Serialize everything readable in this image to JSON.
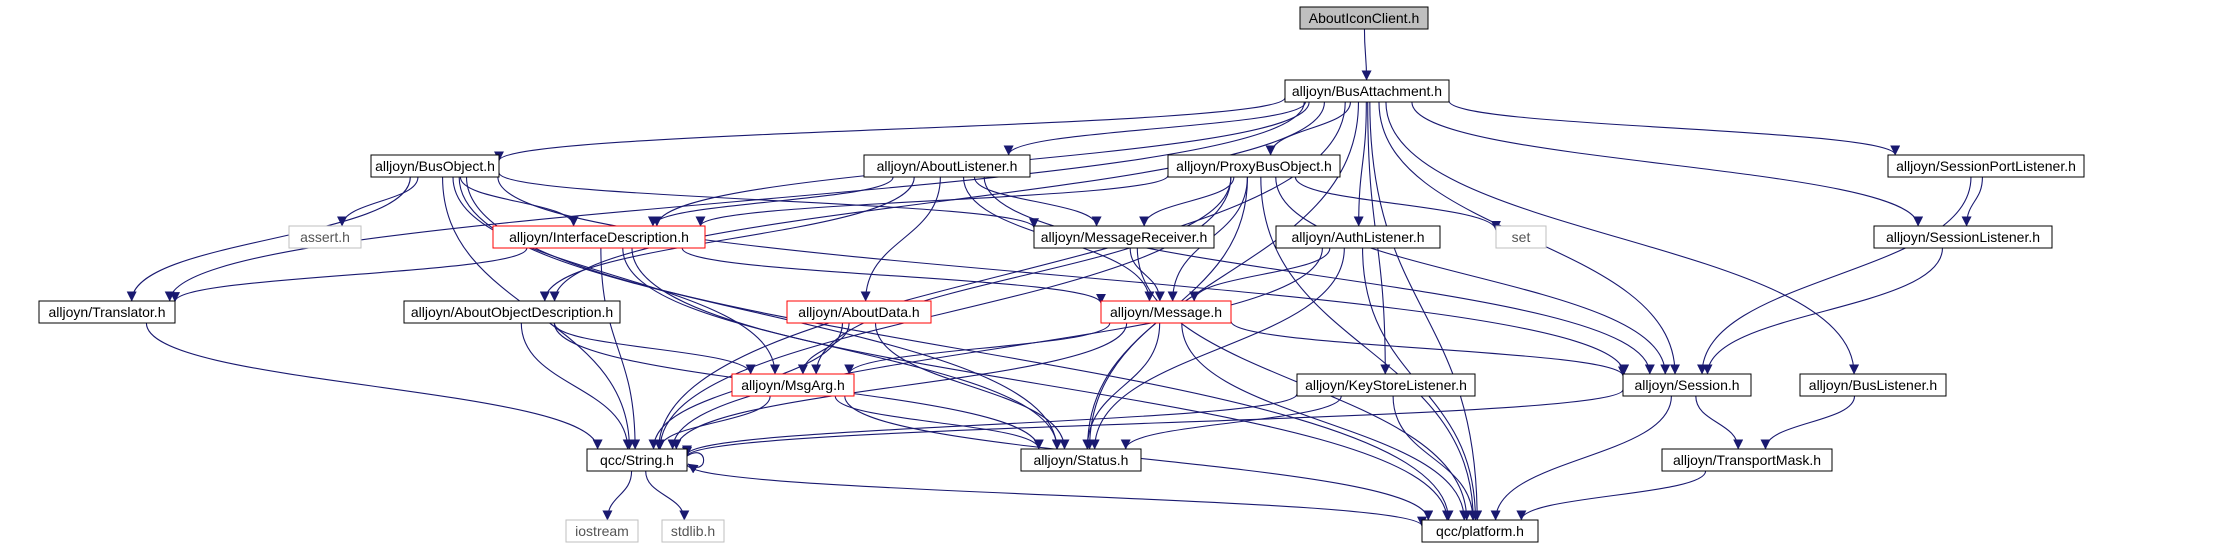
{
  "colors": {
    "edge": "#191970",
    "border_normal": "#000000",
    "border_truncated": "#ff0000",
    "border_external": "#bfbfbf",
    "fill_root": "#bfbfbf",
    "fill_default": "#ffffff",
    "text_default": "#000000",
    "text_external": "#555555"
  },
  "nodes": [
    {
      "id": "root",
      "label": "AboutIconClient.h",
      "style": "root"
    },
    {
      "id": "busattach",
      "label": "alljoyn/BusAttachment.h",
      "style": "normal"
    },
    {
      "id": "busobject",
      "label": "alljoyn/BusObject.h",
      "style": "normal"
    },
    {
      "id": "aboutlistener",
      "label": "alljoyn/AboutListener.h",
      "style": "normal"
    },
    {
      "id": "proxybus",
      "label": "alljoyn/ProxyBusObject.h",
      "style": "normal"
    },
    {
      "id": "sessionport",
      "label": "alljoyn/SessionPortListener.h",
      "style": "normal"
    },
    {
      "id": "assert",
      "label": "assert.h",
      "style": "external"
    },
    {
      "id": "ifacedesc",
      "label": "alljoyn/InterfaceDescription.h",
      "style": "truncated"
    },
    {
      "id": "msgreceiver",
      "label": "alljoyn/MessageReceiver.h",
      "style": "normal"
    },
    {
      "id": "authlistener",
      "label": "alljoyn/AuthListener.h",
      "style": "normal"
    },
    {
      "id": "set",
      "label": "set",
      "style": "external"
    },
    {
      "id": "sessionlistener",
      "label": "alljoyn/SessionListener.h",
      "style": "normal"
    },
    {
      "id": "translator",
      "label": "alljoyn/Translator.h",
      "style": "normal"
    },
    {
      "id": "aboutobjdesc",
      "label": "alljoyn/AboutObjectDescription.h",
      "style": "normal"
    },
    {
      "id": "aboutdata",
      "label": "alljoyn/AboutData.h",
      "style": "truncated"
    },
    {
      "id": "message",
      "label": "alljoyn/Message.h",
      "style": "truncated"
    },
    {
      "id": "msgarg",
      "label": "alljoyn/MsgArg.h",
      "style": "truncated"
    },
    {
      "id": "keystore",
      "label": "alljoyn/KeyStoreListener.h",
      "style": "normal"
    },
    {
      "id": "session",
      "label": "alljoyn/Session.h",
      "style": "normal"
    },
    {
      "id": "buslistener",
      "label": "alljoyn/BusListener.h",
      "style": "normal"
    },
    {
      "id": "qccstring",
      "label": "qcc/String.h",
      "style": "normal"
    },
    {
      "id": "status",
      "label": "alljoyn/Status.h",
      "style": "normal"
    },
    {
      "id": "transportmask",
      "label": "alljoyn/TransportMask.h",
      "style": "normal"
    },
    {
      "id": "iostream",
      "label": "iostream",
      "style": "external"
    },
    {
      "id": "stdlib",
      "label": "stdlib.h",
      "style": "external"
    },
    {
      "id": "platform",
      "label": "qcc/platform.h",
      "style": "normal"
    }
  ],
  "edges": [
    [
      "root",
      "busattach"
    ],
    [
      "busattach",
      "busobject"
    ],
    [
      "busattach",
      "aboutlistener"
    ],
    [
      "busattach",
      "proxybus"
    ],
    [
      "busattach",
      "sessionport"
    ],
    [
      "busattach",
      "sessionlistener"
    ],
    [
      "busattach",
      "ifacedesc"
    ],
    [
      "busattach",
      "authlistener"
    ],
    [
      "busattach",
      "translator"
    ],
    [
      "busattach",
      "aboutobjdesc"
    ],
    [
      "busattach",
      "keystore"
    ],
    [
      "busattach",
      "session"
    ],
    [
      "busattach",
      "buslistener"
    ],
    [
      "busattach",
      "qccstring"
    ],
    [
      "busattach",
      "status"
    ],
    [
      "busattach",
      "platform"
    ],
    [
      "busobject",
      "assert"
    ],
    [
      "busobject",
      "ifacedesc"
    ],
    [
      "busobject",
      "msgreceiver"
    ],
    [
      "busobject",
      "translator"
    ],
    [
      "busobject",
      "msgarg"
    ],
    [
      "busobject",
      "qccstring"
    ],
    [
      "busobject",
      "status"
    ],
    [
      "busobject",
      "platform"
    ],
    [
      "busobject",
      "session"
    ],
    [
      "aboutlistener",
      "ifacedesc"
    ],
    [
      "aboutlistener",
      "aboutdata"
    ],
    [
      "aboutlistener",
      "aboutobjdesc"
    ],
    [
      "aboutlistener",
      "msgreceiver"
    ],
    [
      "aboutlistener",
      "message"
    ],
    [
      "aboutlistener",
      "session"
    ],
    [
      "proxybus",
      "ifacedesc"
    ],
    [
      "proxybus",
      "msgreceiver"
    ],
    [
      "proxybus",
      "message"
    ],
    [
      "proxybus",
      "set"
    ],
    [
      "proxybus",
      "msgarg"
    ],
    [
      "proxybus",
      "qccstring"
    ],
    [
      "proxybus",
      "status"
    ],
    [
      "proxybus",
      "session"
    ],
    [
      "proxybus",
      "platform"
    ],
    [
      "sessionport",
      "sessionlistener"
    ],
    [
      "sessionport",
      "session"
    ],
    [
      "sessionlistener",
      "session"
    ],
    [
      "ifacedesc",
      "translator"
    ],
    [
      "ifacedesc",
      "message"
    ],
    [
      "ifacedesc",
      "qccstring"
    ],
    [
      "ifacedesc",
      "status"
    ],
    [
      "ifacedesc",
      "platform"
    ],
    [
      "msgreceiver",
      "message"
    ],
    [
      "msgreceiver",
      "platform"
    ],
    [
      "authlistener",
      "message"
    ],
    [
      "authlistener",
      "qccstring"
    ],
    [
      "authlistener",
      "status"
    ],
    [
      "authlistener",
      "platform"
    ],
    [
      "translator",
      "qccstring"
    ],
    [
      "aboutobjdesc",
      "msgarg"
    ],
    [
      "aboutobjdesc",
      "qccstring"
    ],
    [
      "aboutobjdesc",
      "status"
    ],
    [
      "aboutdata",
      "msgarg"
    ],
    [
      "aboutdata",
      "qccstring"
    ],
    [
      "aboutdata",
      "status"
    ],
    [
      "message",
      "msgarg"
    ],
    [
      "message",
      "session"
    ],
    [
      "message",
      "qccstring"
    ],
    [
      "message",
      "status"
    ],
    [
      "message",
      "platform"
    ],
    [
      "msgarg",
      "qccstring"
    ],
    [
      "msgarg",
      "status"
    ],
    [
      "msgarg",
      "platform"
    ],
    [
      "keystore",
      "qccstring"
    ],
    [
      "keystore",
      "status"
    ],
    [
      "keystore",
      "platform"
    ],
    [
      "session",
      "transportmask"
    ],
    [
      "session",
      "qccstring"
    ],
    [
      "session",
      "platform"
    ],
    [
      "buslistener",
      "transportmask"
    ],
    [
      "transportmask",
      "platform"
    ],
    [
      "qccstring",
      "qccstring"
    ],
    [
      "qccstring",
      "iostream"
    ],
    [
      "qccstring",
      "stdlib"
    ],
    [
      "qccstring",
      "platform"
    ]
  ]
}
